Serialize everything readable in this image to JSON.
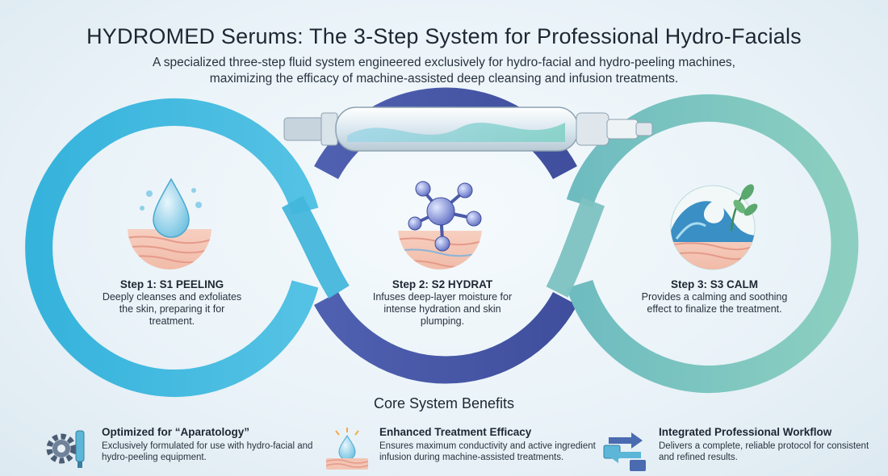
{
  "header": {
    "title": "HYDROMED Serums: The 3-Step System for Professional Hydro-Facials",
    "subtitle": "A specialized three-step fluid system engineered exclusively for hydro-facial and hydro-peeling machines, maximizing the efficacy of machine-assisted deep cleansing and infusion treatments."
  },
  "steps": [
    {
      "title": "Step 1: S1 PEELING",
      "desc": "Deeply cleanses and exfoliates the skin, preparing it for treatment.",
      "icon": "water-drop-icon",
      "color": "#3fb5d9"
    },
    {
      "title": "Step 2: S2 HYDRAT",
      "desc": "Infuses deep-layer moisture for intense hydration and skin plumping.",
      "icon": "molecule-icon",
      "color": "#4a5aa8"
    },
    {
      "title": "Step 3: S3 CALM",
      "desc": "Provides a calming and soothing effect to finalize the treatment.",
      "icon": "wave-leaf-icon",
      "color": "#7cc4b9"
    }
  ],
  "benefits": {
    "title": "Core System Benefits",
    "items": [
      {
        "title": "Optimized for “Aparatology”",
        "desc": "Exclusively formulated for use with hydro-facial and hydro-peeling equipment.",
        "icon": "gear-device-icon"
      },
      {
        "title": "Enhanced Treatment Efficacy",
        "desc": "Ensures maximum conductivity and active ingredient infusion during machine-assisted treatments.",
        "icon": "drop-skin-icon"
      },
      {
        "title": "Integrated Professional Workflow",
        "desc": "Delivers a complete, reliable protocol for consistent and refined results.",
        "icon": "workflow-arrows-icon"
      }
    ]
  }
}
